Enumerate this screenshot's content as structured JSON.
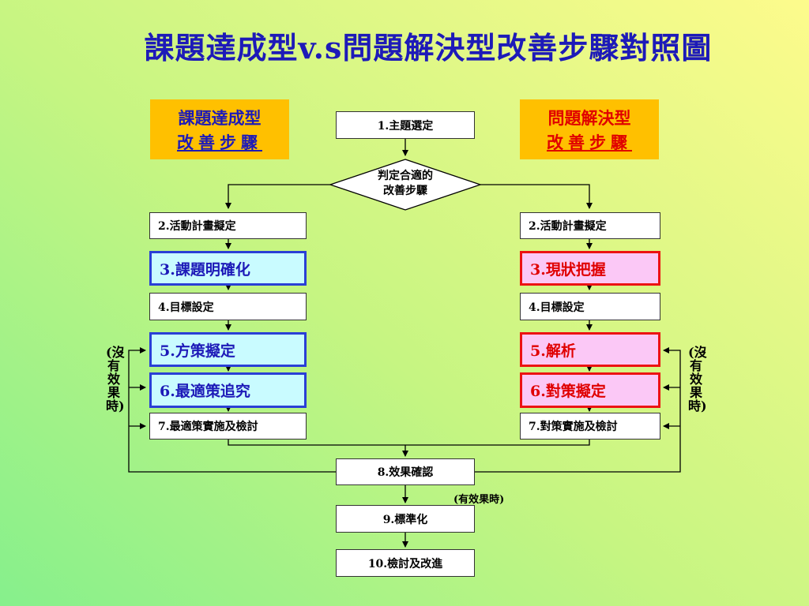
{
  "title": "課題達成型v.s問題解決型改善步驟對照圖",
  "legend": {
    "left": {
      "line1": "課題達成型",
      "line2": "改善步驟"
    },
    "right": {
      "line1": "問題解決型",
      "line2": "改善步驟"
    }
  },
  "steps": {
    "s1": "1.主題選定",
    "decision": {
      "line1": "判定合適的",
      "line2": "改善步驟"
    },
    "left": [
      "2.活動計畫擬定",
      "3.課題明確化",
      "4.目標設定",
      "5.方策擬定",
      "6.最適策追究",
      "7.最適策實施及檢討"
    ],
    "right": [
      "2.活動計畫擬定",
      "3.現狀把握",
      "4.目標設定",
      "5.解析",
      "6.對策擬定",
      "7.對策實施及檢討"
    ],
    "s8": "8.效果確認",
    "s9": "9.標準化",
    "s10": "10.檢討及改進"
  },
  "notes": {
    "no_effect": "(沒有效果時)",
    "has_effect": "(有效果時)"
  },
  "colors": {
    "title": "#1d1ab8",
    "blue_border": "#2a3fd6",
    "blue_fill": "#c9fbff",
    "red_border": "#ec1212",
    "red_fill": "#fbc8f6",
    "label_fill": "#ffc000"
  }
}
